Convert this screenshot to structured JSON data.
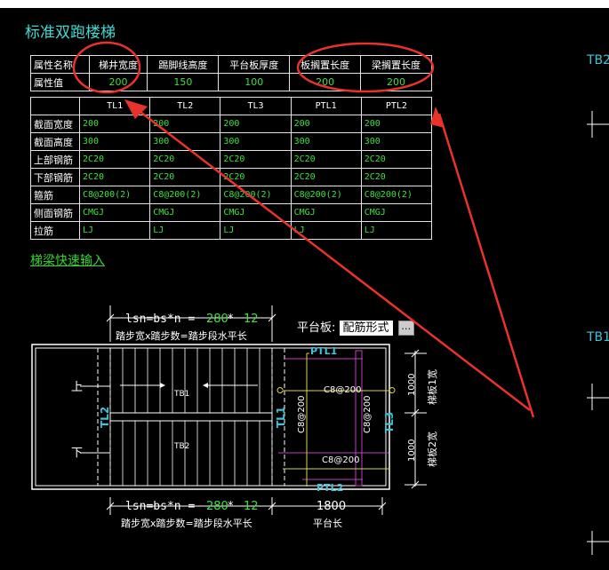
{
  "window_title": "标准双跑楼梯",
  "props_table": {
    "headers": [
      "属性名称",
      "梯井宽度",
      "踢脚线高度",
      "平台板厚度",
      "板搁置长度",
      "梁搁置长度"
    ],
    "values_label": "属性值",
    "values": [
      "200",
      "150",
      "100",
      "200",
      "200"
    ]
  },
  "beam_table": {
    "columns": [
      "TL1",
      "TL2",
      "TL3",
      "PTL1",
      "PTL2"
    ],
    "rows": [
      {
        "label": "截面宽度",
        "values": [
          "200",
          "200",
          "200",
          "200",
          "200"
        ]
      },
      {
        "label": "截面高度",
        "values": [
          "300",
          "300",
          "300",
          "300",
          "300"
        ]
      },
      {
        "label": "上部钢筋",
        "values": [
          "2C20",
          "2C20",
          "2C20",
          "2C20",
          "2C20"
        ]
      },
      {
        "label": "下部钢筋",
        "values": [
          "2C20",
          "2C20",
          "2C20",
          "2C20",
          "2C20"
        ]
      },
      {
        "label": "箍筋",
        "values": [
          "C8@200(2)",
          "C8@200(2)",
          "C8@200(2)",
          "C8@200(2)",
          "C8@200(2)"
        ]
      },
      {
        "label": "侧面钢筋",
        "values": [
          "CMGJ",
          "CMGJ",
          "CMGJ",
          "CMGJ",
          "CMGJ"
        ]
      },
      {
        "label": "拉筋",
        "values": [
          "LJ",
          "LJ",
          "LJ",
          "LJ",
          "LJ"
        ]
      }
    ]
  },
  "quick_input_link": "梯梁快速输入",
  "platform_label": "平台板:",
  "platform_combo": "配筋形式",
  "platform_combo_btn": "…",
  "diagram": {
    "formula_top_prefix": "lsn=bs*n = ",
    "formula_top_bs": "280",
    "formula_top_mul": " * ",
    "formula_top_n": "12",
    "formula_top_desc": "踏步宽x踏步数=踏步段水平长",
    "formula_bot_prefix": "lsn=bs*n = ",
    "formula_bot_bs": "280",
    "formula_bot_mul": " * ",
    "formula_bot_n": "12",
    "formula_bot_desc": "踏步宽x踏步数=踏步段水平长",
    "platform_length": "1800",
    "platform_length_label": "平台长",
    "up_label": "上",
    "down_label": "下",
    "tb1": "TB1",
    "tb2": "TB2",
    "tl1": "TL1",
    "tl2": "TL2",
    "tl3": "TL3",
    "ptl1": "PTL1",
    "ptl2": "PTL2",
    "rebar_top": "C8@200",
    "rebar_bottom": "C8@200",
    "rebar_left": "C8@200",
    "rebar_right": "C8@200",
    "dim_1": "1000",
    "dim_2": "1000",
    "width1_label": "梯板1宽",
    "width2_label": "梯板2宽"
  },
  "side_labels": {
    "tb2": "TB2",
    "tb1": "TB1"
  },
  "colors": {
    "accent_cyan": "#41d9d2",
    "value_green": "#3fe03f",
    "annotation_red": "#e8322a",
    "rebar_magenta": "#c040c0",
    "rebar_yellow": "#d8d83a"
  }
}
